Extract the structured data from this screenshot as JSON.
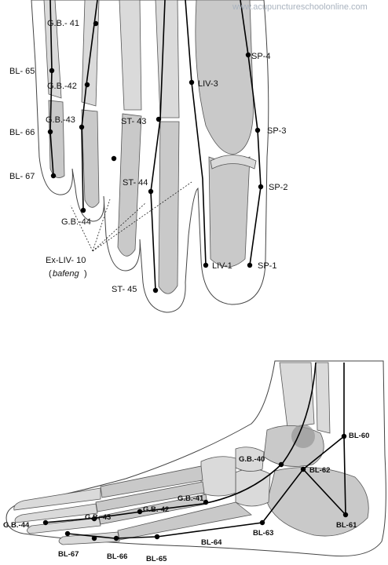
{
  "watermark": "www.acupunctureschoolonline.com",
  "colors": {
    "bone": "#c9c9c9",
    "meridian": "#000000",
    "ankle_marker": "#9a9a9a"
  },
  "top_view": {
    "labels": {
      "gb41": "G.B.- 41",
      "bl65": "BL- 65",
      "gb42": "G.B.-42",
      "gb43": "G.B.-43",
      "bl66": "BL- 66",
      "bl67": "BL- 67",
      "gb44": "G.B.-44",
      "st43": "ST- 43",
      "st44": "ST- 44",
      "st45": "ST- 45",
      "liv3": "LIV-3",
      "liv1": "LIV-1",
      "sp4": "SP-4",
      "sp3": "SP-3",
      "sp2": "SP-2",
      "sp1": "SP-1",
      "exliv": "Ex-LIV- 10",
      "bafeng": "bafeng"
    }
  },
  "side_view": {
    "labels": {
      "bl60": "BL-60",
      "gb40": "G.B.-40",
      "bl62": "BL-62",
      "gb41": "G.B.-41",
      "gb42": "G.B.-42",
      "gb43": "G.B.-43",
      "gb44": "G.B.-44",
      "bl61": "BL-61",
      "bl63": "BL-63",
      "bl64": "BL-64",
      "bl67": "BL-67",
      "bl66": "BL-66",
      "bl65": "BL-65"
    }
  }
}
